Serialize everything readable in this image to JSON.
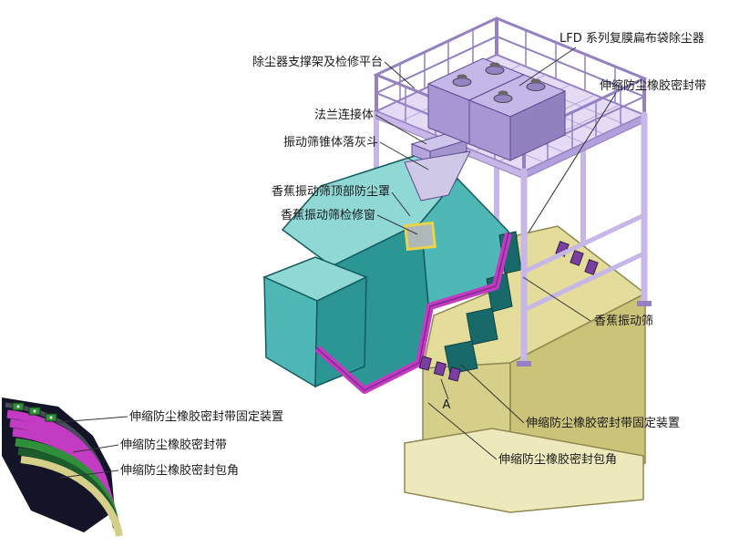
{
  "labels": {
    "support_platform": "除尘器支撑架及检修平台",
    "lfd_collector": "LFD 系列复膜扁布袋除尘器",
    "seal_band_top": "伸缩防尘橡胶密封带",
    "flange": "法兰连接体",
    "cone_hopper": "振动筛锥体落灰斗",
    "top_cover": "香蕉振动筛顶部防尘罩",
    "inspection_window": "香蕉振动筛检修窗",
    "banana_screen": "香蕉振动筛",
    "inset_fixing": "伸缩防尘橡胶密封带固定装置",
    "inset_band": "伸缩防尘橡胶密封带",
    "inset_corner": "伸缩防尘橡胶密封包角",
    "right_fixing": "伸缩防尘橡胶密封带固定装置",
    "bottom_corner": "伸缩防尘橡胶密封包角",
    "marker_a": "A"
  },
  "colors": {
    "teal_light": "#8fd8d6",
    "teal_mid": "#4fb8b6",
    "teal_dark": "#2b9694",
    "teal_deep": "#186a6a",
    "teal_stroke": "#155a5c",
    "khaki_top": "#e3dc9a",
    "khaki_left": "#d6cf8a",
    "khaki_front": "#cbc378",
    "khaki_plinth": "#eee9bd",
    "khaki_stroke": "#8f8850",
    "lilac_deck": "#e4dcf5",
    "lilac": "#c7b7e8",
    "lilac_dark": "#9480c2",
    "purple_top": "#c6b7e9",
    "purple_left": "#a796d3",
    "purple_right": "#9181bf",
    "purple_stroke": "#5e4d92",
    "magenta": "#c33bc3",
    "magenta_dark": "#7e2a8a",
    "clip_purple": "#7a3fa0",
    "green": "#2f8f3a",
    "green_dark": "#1c5c2c",
    "window_yellow": "#e8d44a",
    "ink": "#1a1a1a",
    "line": "#333333"
  }
}
